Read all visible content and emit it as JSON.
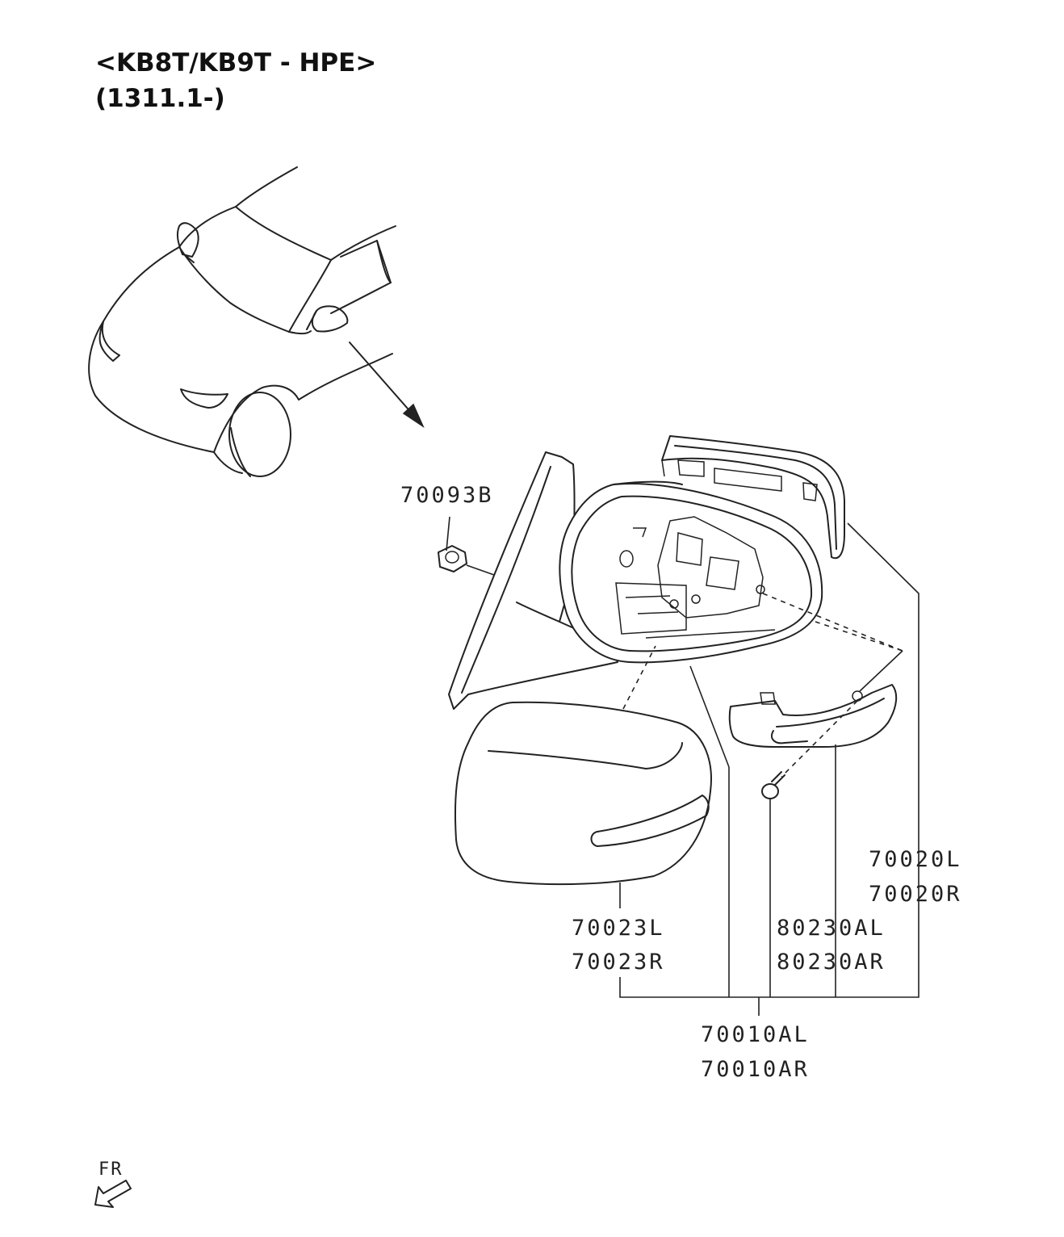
{
  "header": {
    "title": "<KB8T/KB9T - HPE>",
    "date_range": "(1311.1-)"
  },
  "parts": {
    "nut": "70093B",
    "cover_l": "70023L",
    "cover_r": "70023R",
    "mirror_l": "70020L",
    "mirror_r": "70020R",
    "lamp_l": "80230AL",
    "lamp_r": "80230AR",
    "assy_l": "70010AL",
    "assy_r": "70010AR"
  },
  "orientation": {
    "label": "FR"
  }
}
